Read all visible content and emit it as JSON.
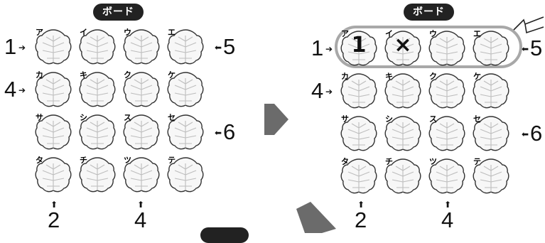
{
  "boards": [
    {
      "label": "ボード",
      "rows": [
        [
          "ア",
          "イ",
          "ウ",
          "エ"
        ],
        [
          "カ",
          "キ",
          "ク",
          "ケ"
        ],
        [
          "サ",
          "シ",
          "ス",
          "セ"
        ],
        [
          "タ",
          "チ",
          "ツ",
          "テ"
        ]
      ],
      "marks": [
        [
          "",
          "",
          "",
          ""
        ],
        [
          "",
          "",
          "",
          ""
        ],
        [
          "",
          "",
          "",
          ""
        ],
        [
          "",
          "",
          "",
          ""
        ]
      ],
      "clues_left": [
        "1",
        "4",
        "",
        ""
      ],
      "clues_right": [
        "5",
        "",
        "6",
        ""
      ],
      "clues_bottom": [
        "2",
        "",
        "4",
        ""
      ],
      "highlight_row": null
    },
    {
      "label": "ボード",
      "rows": [
        [
          "ア",
          "イ",
          "ウ",
          "エ"
        ],
        [
          "カ",
          "キ",
          "ク",
          "ケ"
        ],
        [
          "サ",
          "シ",
          "ス",
          "セ"
        ],
        [
          "タ",
          "チ",
          "ツ",
          "テ"
        ]
      ],
      "marks": [
        [
          "1",
          "×",
          "",
          ""
        ],
        [
          "",
          "",
          "",
          ""
        ],
        [
          "",
          "",
          "",
          ""
        ],
        [
          "",
          "",
          "",
          ""
        ]
      ],
      "clues_left": [
        "1",
        "4",
        "",
        ""
      ],
      "clues_right": [
        "5",
        "",
        "6",
        ""
      ],
      "clues_bottom": [
        "2",
        "",
        "4",
        ""
      ],
      "highlight_row": 0
    }
  ]
}
